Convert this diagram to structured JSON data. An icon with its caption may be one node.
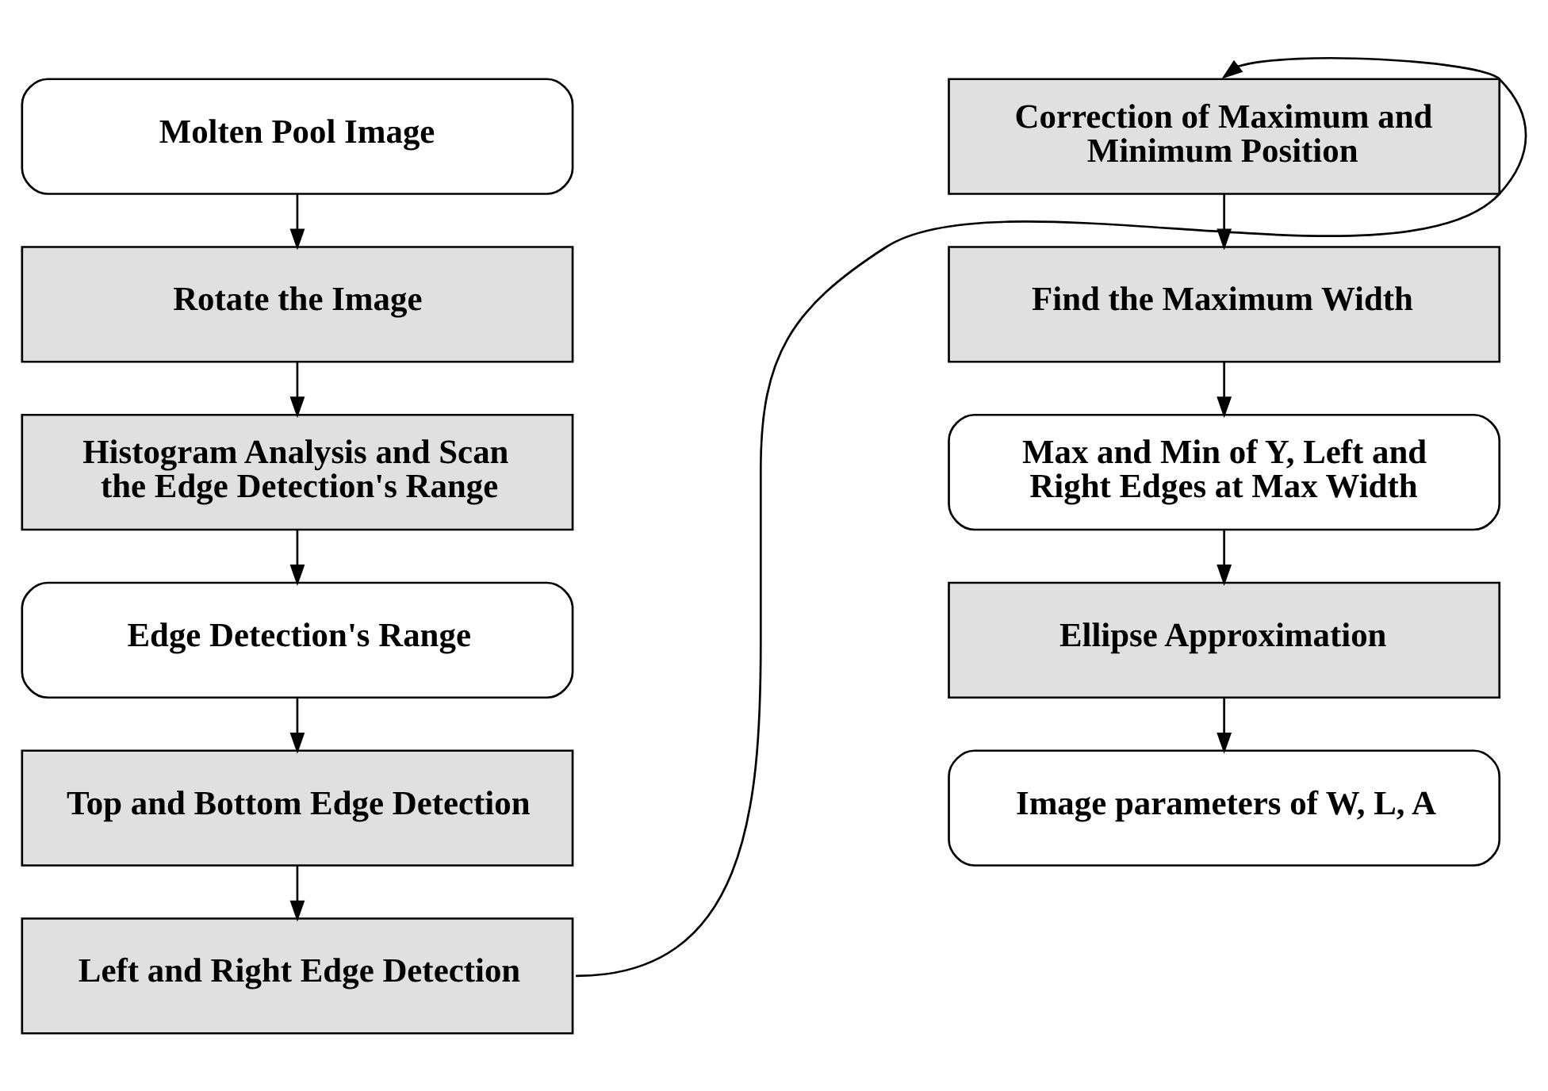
{
  "diagram": {
    "nodes": [
      {
        "text": [
          "Molten Pool Image"
        ]
      },
      {
        "text": [
          "Rotate the Image"
        ]
      },
      {
        "text": [
          "Histogram Analysis and Scan the Edge Detection's Range"
        ]
      },
      {
        "text": [
          "Edge Detection's Range"
        ]
      },
      {
        "text": [
          "Top and Bottom Edge Detection"
        ]
      },
      {
        "text": [
          "Left and Right Edge Detection"
        ]
      },
      {
        "text": [
          "Correction of Maximum and Minimum Position"
        ]
      },
      {
        "text": [
          "Find the Maximum Width"
        ]
      },
      {
        "text": [
          "Max and Min of Y, Left and Right Edges at Max Width"
        ]
      },
      {
        "text": [
          "Ellipse Approximation"
        ]
      },
      {
        "text": [
          "Image parameters of W, L, A"
        ]
      }
    ],
    "edges": [
      {
        "from": 0,
        "to": 1,
        "arrow": "to"
      },
      {
        "from": 1,
        "to": 2,
        "arrow": "to"
      },
      {
        "from": 2,
        "to": 3,
        "arrow": "to"
      },
      {
        "from": 3,
        "to": 4,
        "arrow": "to"
      },
      {
        "from": 4,
        "to": 5,
        "arrow": "to"
      },
      {
        "from": 5,
        "to": 6,
        "arrow": "to"
      },
      {
        "from": 6,
        "to": 7,
        "arrow": "to"
      },
      {
        "from": 7,
        "to": 8,
        "arrow": "to"
      },
      {
        "from": 8,
        "to": 9,
        "arrow": "to"
      },
      {
        "from": 9,
        "to": 10,
        "arrow": "to"
      }
    ]
  }
}
